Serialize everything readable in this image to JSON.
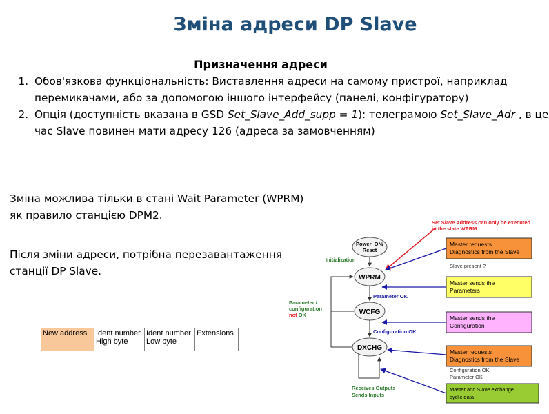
{
  "title": "Зміна адреси DP Slave",
  "subtitle": "Призначення адреси",
  "items": [
    {
      "text": "Обов'язкова функціональність: Виставлення адреси на самому пристрої, наприклад перемикачами, або за допомогою іншого інтерфейсу (панелі, конфігуратору)"
    },
    {
      "t1": "Опція (доступність вказана в GSD ",
      "t2": "Set_Slave_Add_supp = 1",
      "t3": "): телеграмою ",
      "t4": "Set_Slave_Adr",
      "t5": " , в цей час Slave повинен мати адресу 126 (адреса за замовченням)"
    }
  ],
  "paragraph1": "Зміна можлива тільки в стані Wait Parameter (WPRM) як правило станцією DPM2.",
  "paragraph2": "Після зміни адреси, потрібна перезавантаження станції DP Slave.",
  "table": {
    "c1": "New address",
    "c2a": "Ident number",
    "c2b": "High byte",
    "c3a": "Ident number",
    "c3b": "Low byte",
    "c4": "Extensions"
  },
  "diagram": {
    "note_line1": "Set Slave Address can only be executed",
    "note_line2": "in the state WPRM",
    "power_line1": "Power_ON/",
    "power_line2": "Reset",
    "initialization": "Initialization",
    "wprm": "WPRM",
    "wcfg": "WCFG",
    "dxchg": "DXCHG",
    "param_ok": "Parameter OK",
    "config_ok": "Configuration OK",
    "param_cfg_line1": "Parameter /",
    "param_cfg_line2": "configuration",
    "param_cfg_not": "not",
    "param_cfg_ok": " OK",
    "receives_outputs": "Receives Outputs",
    "sends_inputs": "Sends Inputs",
    "box1_line1": "Master requests",
    "box1_line2": "Diagnostics from the Slave",
    "slave_present": "Slave present ?",
    "box2_line1": "Master sends the",
    "box2_line2": "Parameters",
    "box3_line1": "Master sends the",
    "box3_line2": "Configuration",
    "box4_line1": "Master requests",
    "box4_line2": "Diagnostics from the Slave",
    "configuration_ok": "Configuration OK",
    "parameter_ok": "Parameter OK",
    "box5_line1": "Master and Slave exchange",
    "box5_line2": "cyclic data",
    "colors": {
      "orange": "#f7923a",
      "yellow": "#ffff66",
      "pink": "#ffb3ff",
      "green": "#99cc33",
      "red": "#e31e24",
      "blue": "#1a1aa6",
      "darkgreen": "#2d7a2d",
      "title": "#1f4e79"
    }
  }
}
